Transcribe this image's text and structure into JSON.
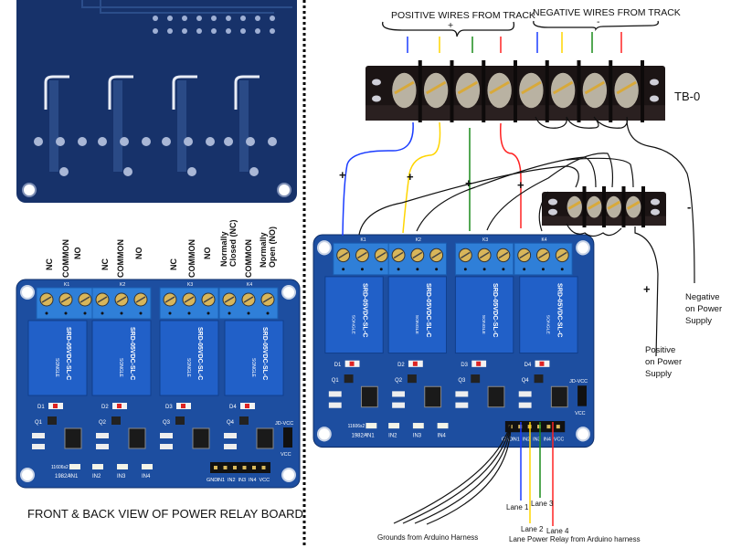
{
  "caption": "FRONT & BACK VIEW OF POWER RELAY BOARD",
  "terminal_labels": {
    "relay1": [
      "NC",
      "COMMON",
      "NO"
    ],
    "relay2": [
      "NC",
      "COMMON",
      "NO"
    ],
    "relay3": [
      "NC",
      "COMMON",
      "NO"
    ],
    "relay4": {
      "nc_line1": "Normally",
      "nc_line2": "Closed (NC)",
      "common": "COMMON",
      "no_line1": "Normally",
      "no_line2": "Open (NO)"
    }
  },
  "track": {
    "positive_label": "POSITIVE WIRES FROM TRACK",
    "positive_sign": "+",
    "negative_label": "NEGATIVE WIRES FROM TRACK",
    "negative_sign": "-",
    "terminal_block_label": "TB-0"
  },
  "wire_signs": {
    "plus": "+",
    "minus": "-"
  },
  "power_supply": {
    "negative": [
      "Negative",
      "on Power",
      "Supply"
    ],
    "positive": [
      "Positive",
      "on Power",
      "Supply"
    ]
  },
  "arduino": {
    "lanes": [
      "Lane 1",
      "Lane 2",
      "Lane 3",
      "Lane 4"
    ],
    "relay_label": "Lane Power Relay from Arduino harness",
    "grounds_label": "Grounds from Arduino Harness"
  },
  "board": {
    "relays": [
      "K1",
      "K2",
      "K3",
      "K4"
    ],
    "relay_model": "SRD-05VDC-SL-C",
    "relay_brand": "SONGLE",
    "diodes": [
      "D1",
      "D2",
      "D3",
      "D4"
    ],
    "transistors": [
      "Q1",
      "Q2",
      "Q3",
      "Q4"
    ],
    "inputs": [
      "IN1",
      "IN2",
      "IN3",
      "IN4"
    ],
    "header_pins": [
      "GND",
      "IN1",
      "IN2",
      "IN3",
      "IN4",
      "VCC"
    ],
    "jumper_top": "JD-VCC",
    "jumper_bottom": "VCC",
    "code1": "11606s2",
    "code2": "1982A"
  },
  "colors": {
    "lane1": "#1a3cff",
    "lane2": "#ffd500",
    "lane3": "#1b8a1b",
    "lane4": "#ff2222",
    "board_front": "#1d4ea0",
    "board_back": "#17326a",
    "relay": "#2160c8",
    "terminal": "#2f7fd8"
  }
}
